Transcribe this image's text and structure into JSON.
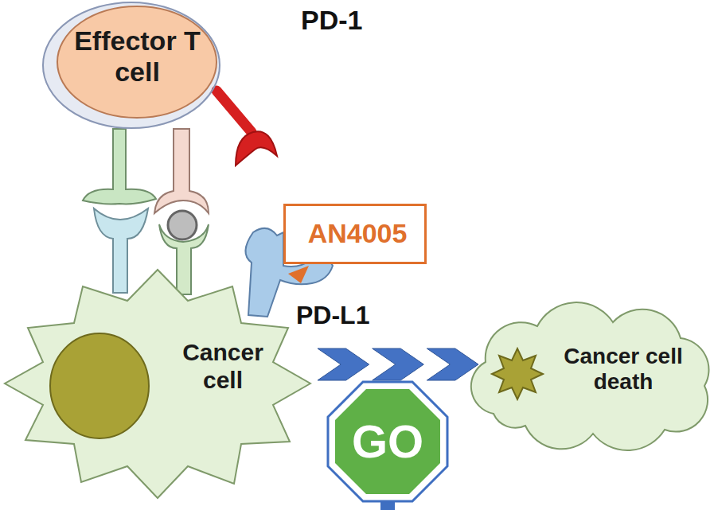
{
  "diagram": {
    "nodes": [
      {
        "text": [
          "Effector T cell"
        ]
      },
      {
        "text": [
          "AN4005"
        ]
      },
      {
        "text": [
          "Cancer cell"
        ]
      },
      {
        "text": [
          "GO"
        ]
      },
      {
        "text": [
          "Cancer cell death"
        ]
      }
    ],
    "edges": [
      {
        "from": 2,
        "to": 4,
        "arrow": "to"
      }
    ],
    "labels": [
      "PD-1",
      "PD-L1"
    ]
  }
}
